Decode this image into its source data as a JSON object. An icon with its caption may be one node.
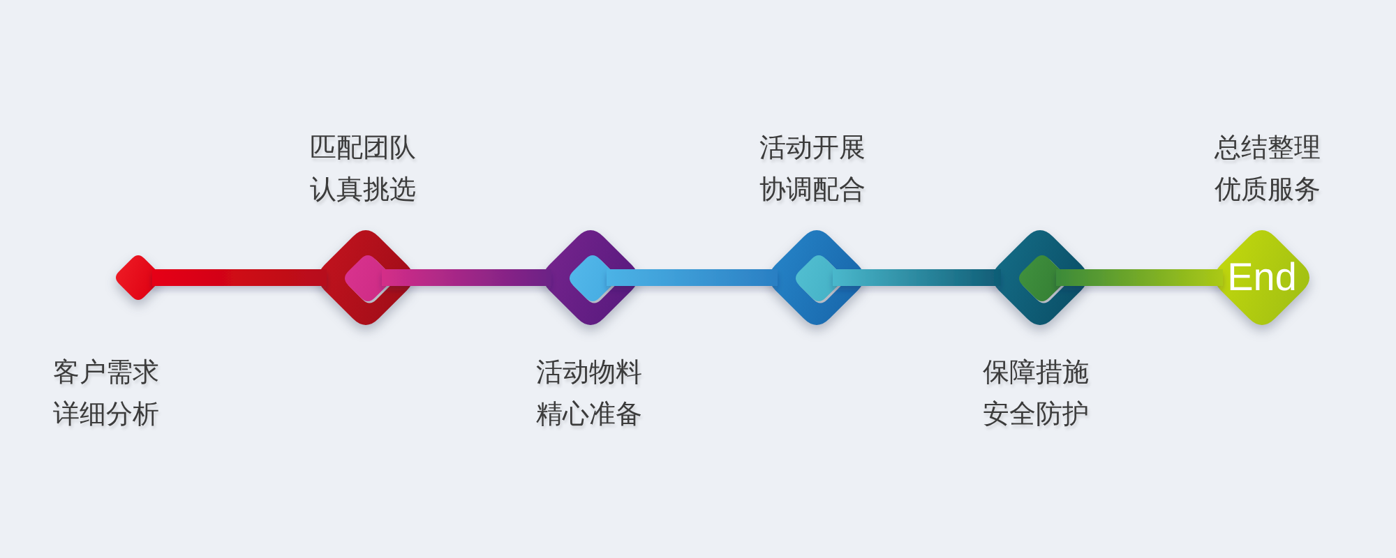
{
  "diagram": {
    "nodes": [
      {
        "text": [],
        "shape": "diamond",
        "beside": [
          "客户需求详细分析"
        ]
      },
      {
        "text": [],
        "shape": "diamond",
        "beside": [
          "匹配团队认真挑选"
        ]
      },
      {
        "text": [],
        "shape": "diamond",
        "in": 1
      },
      {
        "text": [],
        "shape": "diamond",
        "beside": [
          "活动物料精心准备"
        ]
      },
      {
        "text": [],
        "shape": "diamond",
        "in": 3
      },
      {
        "text": [],
        "shape": "diamond",
        "beside": [
          "活动开展协调配合"
        ]
      },
      {
        "text": [],
        "shape": "diamond",
        "in": 5
      },
      {
        "text": [],
        "shape": "diamond",
        "beside": [
          "保障措施安全防护"
        ]
      },
      {
        "text": [],
        "shape": "diamond",
        "in": 7
      },
      {
        "text": [
          "End"
        ],
        "beside": [
          "总结整理优质服务"
        ]
      }
    ],
    "edges": [
      {
        "from": 0,
        "to": 1,
        "arrow": "none"
      },
      {
        "from": 2,
        "to": 3,
        "arrow": "none"
      },
      {
        "from": 4,
        "to": 5,
        "arrow": "none"
      },
      {
        "from": 6,
        "to": 7,
        "arrow": "none"
      },
      {
        "from": 8,
        "to": 9,
        "arrow": "none"
      }
    ]
  }
}
